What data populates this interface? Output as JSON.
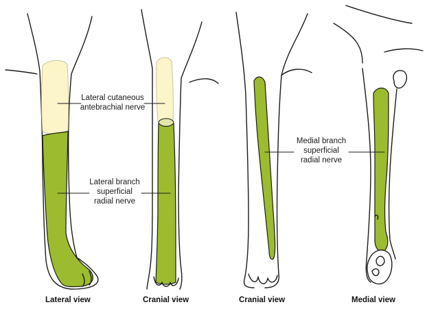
{
  "colors": {
    "outline": "#1a1a1a",
    "radial_green": "#9cbb2e",
    "cutaneous_yellow": "#fbf5c9",
    "background": "#ffffff"
  },
  "labels": {
    "lateral_cutaneous": [
      "Lateral cutaneous",
      "antebrachial nerve"
    ],
    "lateral_branch": [
      "Lateral branch",
      "superficial",
      "radial nerve"
    ],
    "medial_branch": [
      "Medial branch",
      "superficial",
      "radial nerve"
    ]
  },
  "views": [
    {
      "title": "Lateral view"
    },
    {
      "title": "Cranial view"
    },
    {
      "title": "Cranial view"
    },
    {
      "title": "Medial view"
    }
  ]
}
